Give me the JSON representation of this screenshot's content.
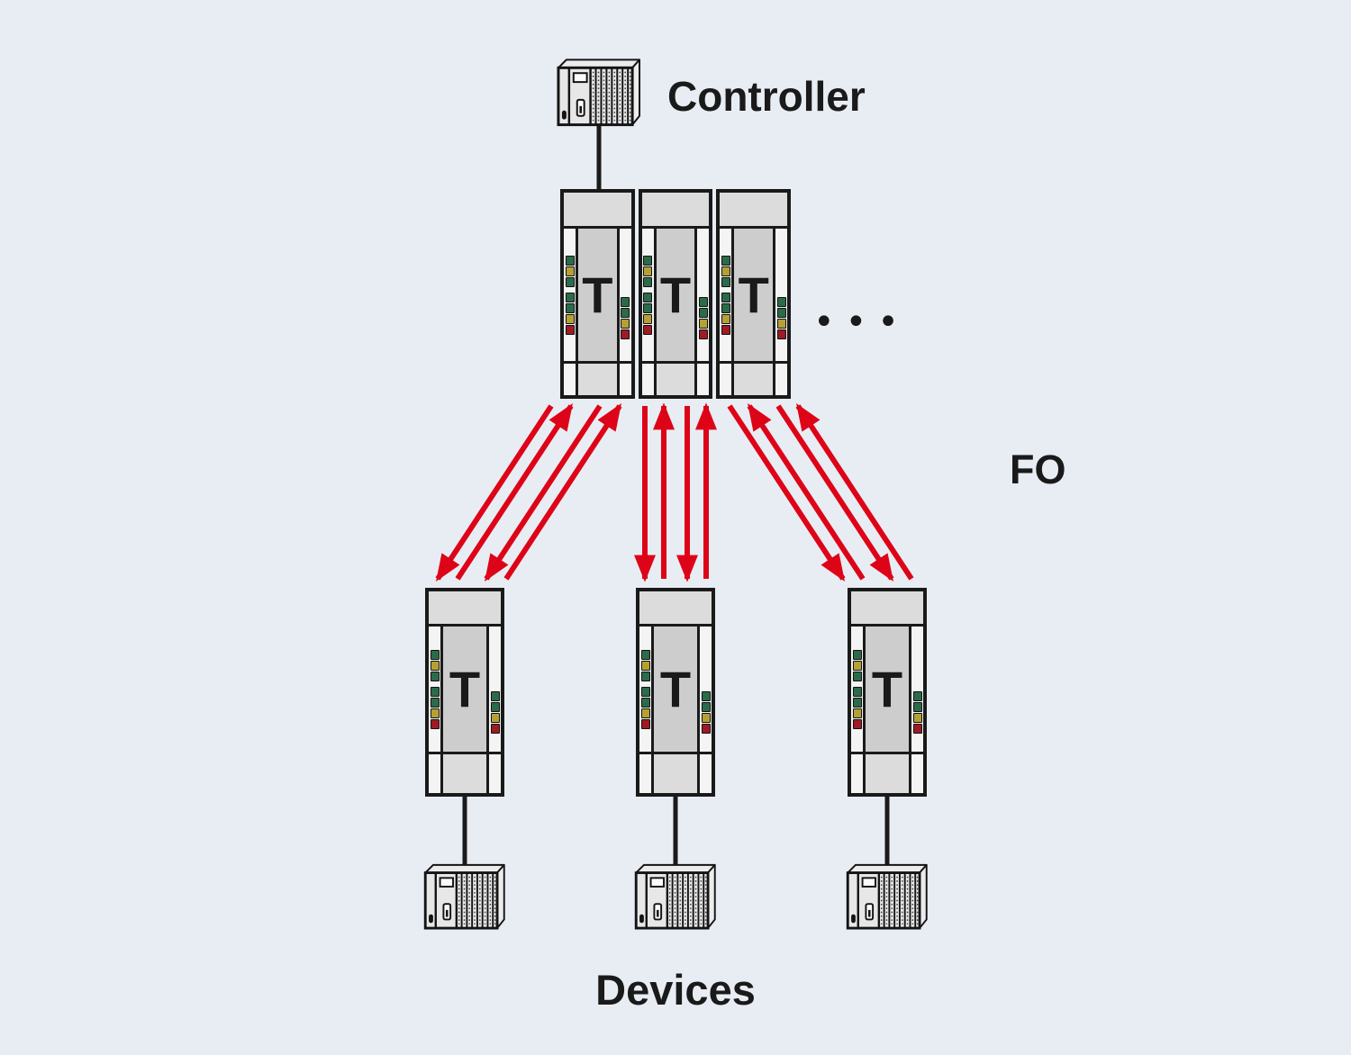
{
  "diagram": {
    "controller": {
      "label": "Controller",
      "icon": "plc-controller-icon"
    },
    "head_station": {
      "modules": [
        {
          "label": "T"
        },
        {
          "label": "T"
        },
        {
          "label": "T"
        }
      ],
      "more_indicator": "•••"
    },
    "fo_label": "FO",
    "field_modules": [
      {
        "label": "T"
      },
      {
        "label": "T"
      },
      {
        "label": "T"
      }
    ],
    "devices": {
      "label": "Devices",
      "icons": [
        "plc-device-icon",
        "plc-device-icon",
        "plc-device-icon"
      ]
    },
    "led_patterns": {
      "left": [
        "green",
        "yellow",
        "green",
        "gap",
        "green",
        "green",
        "yellow",
        "red"
      ],
      "right": [
        "green",
        "green",
        "yellow",
        "red"
      ]
    },
    "colors": {
      "background": "#e8edf4",
      "outline": "#1a1a1a",
      "arrow_red": "#de0418",
      "led_green": "#2c6b4a",
      "led_yellow": "#b5a133",
      "led_red": "#9e1a24",
      "module_panel": "#cdcdcd",
      "module_header": "#dcdcdc",
      "module_strip": "#f4f4f4"
    }
  }
}
